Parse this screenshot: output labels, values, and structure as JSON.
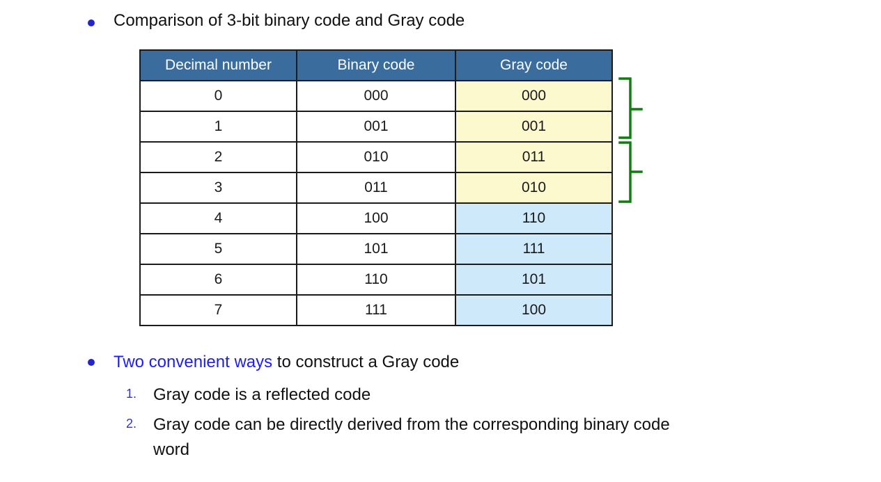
{
  "slide": {
    "bullet1": {
      "text": "Comparison of 3-bit binary code and Gray code"
    },
    "bullet2": {
      "highlight": "Two convenient ways",
      "rest": " to construct a Gray code"
    },
    "numbered_items": [
      {
        "number": "1.",
        "text": "Gray code is a reflected code"
      },
      {
        "number": "2.",
        "text": "Gray code can be directly derived from the corresponding binary code word"
      }
    ]
  },
  "table": {
    "headers": [
      "Decimal number",
      "Binary code",
      "Gray code"
    ],
    "rows": [
      {
        "decimal": "0",
        "binary": "000",
        "gray": "000"
      },
      {
        "decimal": "1",
        "binary": "001",
        "gray": "001"
      },
      {
        "decimal": "2",
        "binary": "010",
        "gray": "011"
      },
      {
        "decimal": "3",
        "binary": "011",
        "gray": "010"
      },
      {
        "decimal": "4",
        "binary": "100",
        "gray": "110"
      },
      {
        "decimal": "5",
        "binary": "101",
        "gray": "111"
      },
      {
        "decimal": "6",
        "binary": "110",
        "gray": "101"
      },
      {
        "decimal": "7",
        "binary": "111",
        "gray": "100"
      }
    ]
  },
  "annotations": {
    "brackets": [
      {
        "label": "group-rows-0-1"
      },
      {
        "label": "group-rows-2-3"
      }
    ]
  },
  "colors": {
    "header_bg": "#3a6c9e",
    "header_text": "#ffffff",
    "gray_cell_yellow": "#fbf9cd",
    "gray_cell_blue": "#cde9fa",
    "bullet_blue": "#2323d6",
    "highlight_blue": "#1b1bff",
    "number_blue": "#3333cc",
    "bracket_green": "#0e7e0e",
    "table_border": "#1b1b1b"
  }
}
